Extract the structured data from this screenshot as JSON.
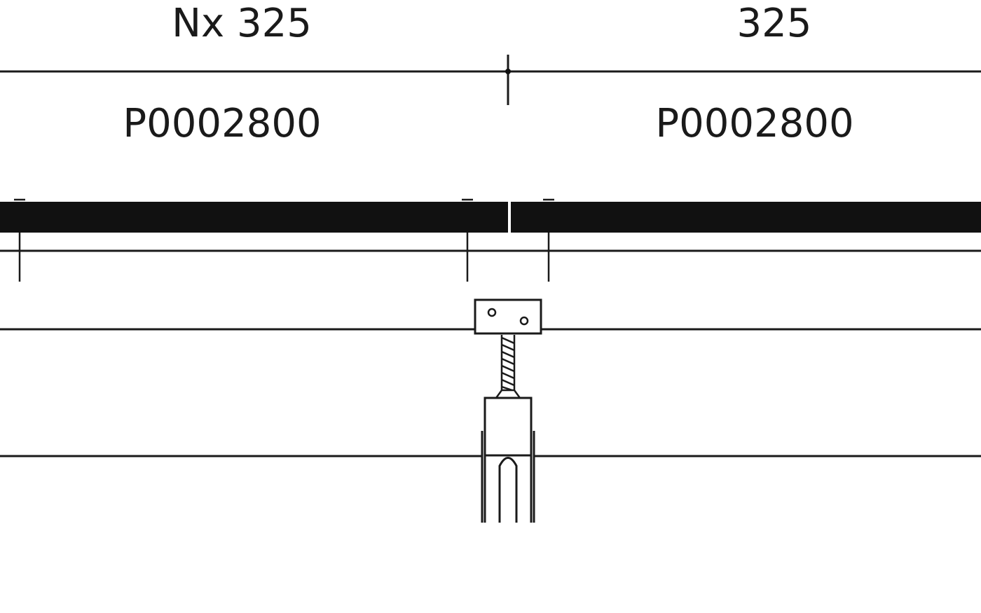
{
  "dimensions": {
    "left_label": "Nx 325",
    "right_label": "325"
  },
  "parts": {
    "left_code": "P0002800",
    "right_code": "P0002800"
  }
}
